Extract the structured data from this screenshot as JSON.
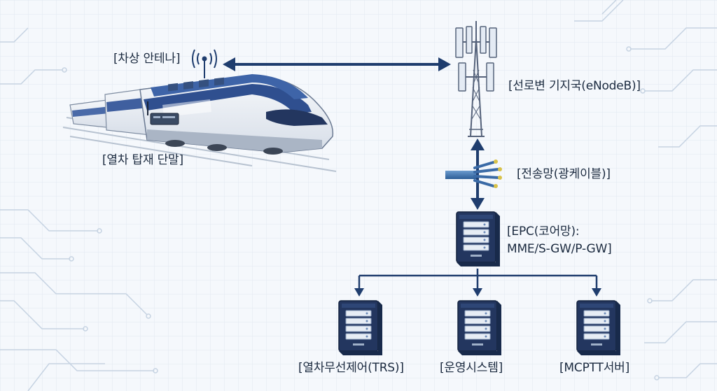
{
  "labels": {
    "antenna": "[차상 안테나]",
    "onboard_terminal": "[열차 탑재 단말]",
    "enodeb": "[선로변 기지국(eNodeB)]",
    "transport": "[전송망(광케이블)]",
    "epc_line1": "[EPC(코어망):",
    "epc_line2": "MME/S-GW/P-GW]",
    "trs": "[열차무선제어(TRS)]",
    "ops": "[운영시스템]",
    "mcptt": "[MCPTT서버]"
  },
  "colors": {
    "navy": "#1f3d6e",
    "server": "#23365f",
    "line": "#1f3d6e",
    "text": "#1b2a3f",
    "grid": "#dde6f0",
    "circuit": "#c9d6e4"
  },
  "icons": [
    "antenna-icon",
    "train-icon",
    "cell-tower-icon",
    "fiber-cable-icon",
    "server-icon"
  ]
}
